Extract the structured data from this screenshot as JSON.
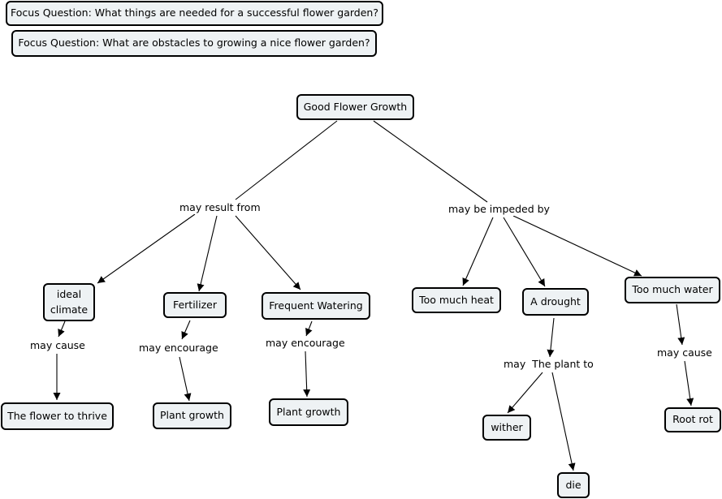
{
  "focus_questions": [
    "Focus Question:  What things are needed for a successful flower garden?",
    "Focus Question:  What are obstacles to growing a nice flower garden?"
  ],
  "concepts": {
    "root": "Good Flower Growth",
    "ideal_climate": "ideal climate",
    "fertilizer": "Fertilizer",
    "frequent_watering": "Frequent Watering",
    "too_much_heat": "Too much heat",
    "a_drought": "A drought",
    "too_much_water": "Too much water",
    "flower_thrive": "The flower to thrive",
    "plant_growth_1": "Plant growth",
    "plant_growth_2": "Plant growth",
    "wither": "wither",
    "die": "die",
    "root_rot": "Root rot"
  },
  "links": {
    "may_result_from": "may result from",
    "may_be_impeded_by": "may be impeded by",
    "may_cause_1": "may cause",
    "may_encourage_1": "may encourage",
    "may_encourage_2": "may encourage",
    "may_plant_to": "may  The plant to",
    "may_cause_2": "may cause"
  }
}
